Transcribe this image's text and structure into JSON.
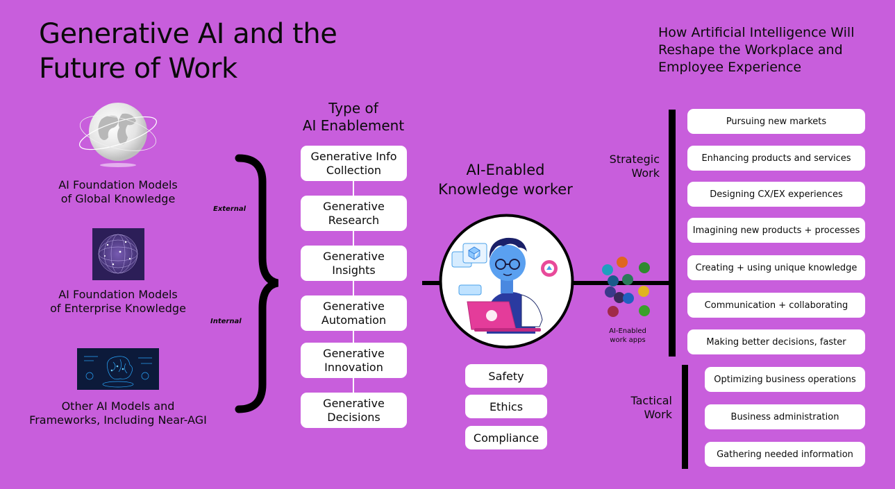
{
  "header": {
    "title_line1": "Generative AI and the",
    "title_line2": "Future of Work",
    "subtitle_line1": "How Artificial Intelligence Will",
    "subtitle_line2": "Reshape the Workplace and",
    "subtitle_line3": "Employee Experience"
  },
  "sources": [
    {
      "line1": "AI Foundation Models",
      "line2": "of Global Knowledge"
    },
    {
      "line1": "AI Foundation Models",
      "line2": "of Enterprise Knowledge"
    },
    {
      "line1": "Other AI Models and",
      "line2": "Frameworks, Including Near-AGI"
    }
  ],
  "brace_labels": {
    "external": "External",
    "internal": "Internal"
  },
  "enablement": {
    "heading_line1": "Type of",
    "heading_line2": "AI Enablement",
    "types": [
      {
        "line1": "Generative Info",
        "line2": "Collection"
      },
      {
        "line1": "Generative",
        "line2": "Research"
      },
      {
        "line1": "Generative",
        "line2": "Insights"
      },
      {
        "line1": "Generative",
        "line2": "Automation"
      },
      {
        "line1": "Generative",
        "line2": "Innovation"
      },
      {
        "line1": "Generative",
        "line2": "Decisions"
      }
    ]
  },
  "worker": {
    "heading_line1": "AI-Enabled",
    "heading_line2": "Knowledge worker",
    "policies": [
      "Safety",
      "Ethics",
      "Compliance"
    ]
  },
  "apps": {
    "label_line1": "AI-Enabled",
    "label_line2": "work apps",
    "dot_colors": [
      "#1f9fbf",
      "#e0661f",
      "#2f8a2f",
      "#1a5a8a",
      "#2a7a5a",
      "#3a3a8a",
      "#e0b41f",
      "#3a2a5a",
      "#2060c0",
      "#a02a4a",
      "#3aa02a"
    ]
  },
  "work": {
    "strategic_line1": "Strategic",
    "strategic_line2": "Work",
    "tactical_line1": "Tactical",
    "tactical_line2": "Work",
    "strategic_items": [
      "Pursuing new markets",
      "Enhancing products and services",
      "Designing CX/EX experiences",
      "Imagining new products + processes",
      "Creating + using unique knowledge",
      "Communication + collaborating",
      "Making better decisions, faster"
    ],
    "tactical_items": [
      "Optimizing business operations",
      "Business administration",
      "Gathering needed information"
    ]
  }
}
